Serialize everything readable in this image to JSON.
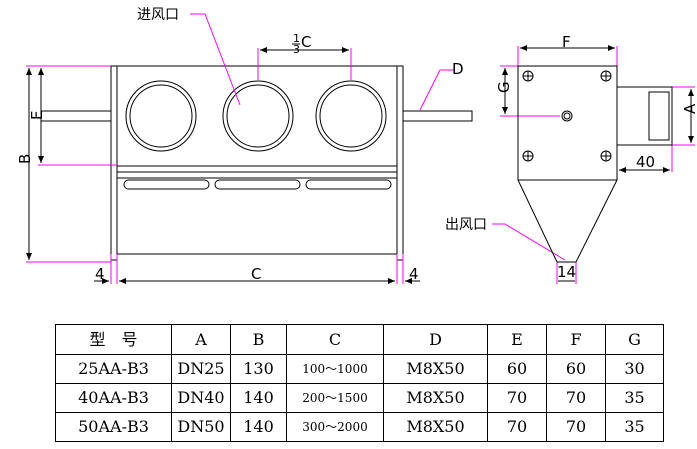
{
  "drawing": {
    "callouts": {
      "inlet": "进风口",
      "outlet": "出风口",
      "c_third_num": "1",
      "c_third_den": "3",
      "c_third_letter": "C",
      "d": "D"
    },
    "dims": {
      "b": "B",
      "e": "E",
      "c": "C",
      "left_4": "4",
      "right_4": "4",
      "f": "F",
      "g": "G",
      "a": "A",
      "forty": "40",
      "fourteen": "14"
    }
  },
  "table": {
    "headers": [
      "型　号",
      "A",
      "B",
      "C",
      "D",
      "E",
      "F",
      "G"
    ],
    "rows": [
      [
        "25AA-B3",
        "DN25",
        "130",
        "100～1000",
        "M8X50",
        "60",
        "60",
        "30"
      ],
      [
        "40AA-B3",
        "DN40",
        "140",
        "200～1500",
        "M8X50",
        "70",
        "70",
        "35"
      ],
      [
        "50AA-B3",
        "DN50",
        "140",
        "300～2000",
        "M8X50",
        "70",
        "70",
        "35"
      ]
    ]
  },
  "colors": {
    "leader": "#ff00ff",
    "line": "#000000",
    "background": "#ffffff"
  }
}
